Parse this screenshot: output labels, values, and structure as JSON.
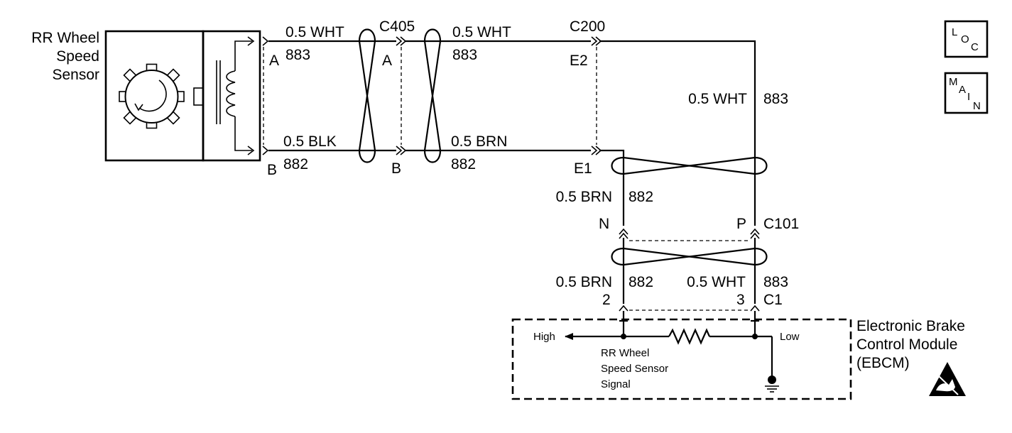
{
  "sensor": {
    "line1": "RR Wheel",
    "line2": "Speed",
    "line3": "Sensor"
  },
  "sensor_pins": {
    "a": "A",
    "b": "B"
  },
  "wire_top_1": {
    "size_color": "0.5 WHT",
    "circuit": "883"
  },
  "wire_bottom_1": {
    "size_color": "0.5 BLK",
    "circuit": "882"
  },
  "c405": {
    "name": "C405",
    "pin_a": "A",
    "pin_b": "B"
  },
  "wire_top_2": {
    "size_color": "0.5 WHT",
    "circuit": "883"
  },
  "wire_bottom_2": {
    "size_color": "0.5 BRN",
    "circuit": "882"
  },
  "c200": {
    "name": "C200",
    "pin_e2": "E2",
    "pin_e1": "E1"
  },
  "wire_right_vertical": {
    "size_color": "0.5 WHT",
    "circuit": "883"
  },
  "wire_left_vertical": {
    "size_color": "0.5 BRN",
    "circuit": "882"
  },
  "c101": {
    "name": "C101",
    "pin_n": "N",
    "pin_p": "P"
  },
  "wire_lower_left": {
    "size_color": "0.5 BRN",
    "circuit": "882"
  },
  "wire_lower_right": {
    "size_color": "0.5 WHT",
    "circuit": "883"
  },
  "c1": {
    "name": "C1",
    "pin_2": "2",
    "pin_3": "3"
  },
  "ebcm": {
    "line1": "Electronic Brake",
    "line2": "Control Module",
    "line3": "(EBCM)",
    "high": "High",
    "low": "Low",
    "signal_line1": "RR Wheel",
    "signal_line2": "Speed Sensor",
    "signal_line3": "Signal"
  },
  "loc_icon": {
    "l": "L",
    "o": "O",
    "c": "C"
  },
  "main_icon": {
    "m": "M",
    "a": "A",
    "i": "I",
    "n": "N"
  }
}
